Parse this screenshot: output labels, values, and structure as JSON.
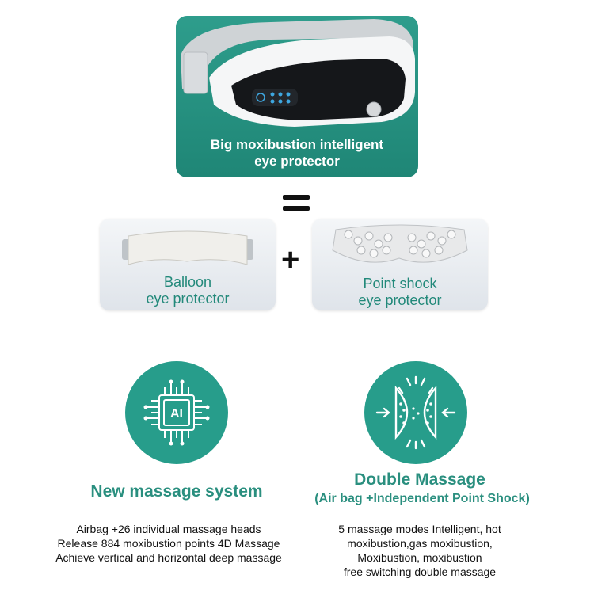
{
  "hero": {
    "title_line1": "Big moxibustion intelligent",
    "title_line2": "eye protector"
  },
  "equals_sign": "=",
  "plus_sign": "+",
  "balloon": {
    "line1": "Balloon",
    "line2": "eye protector"
  },
  "point_shock": {
    "line1": "Point shock",
    "line2": "eye protector"
  },
  "ai_chip": {
    "label": "AI"
  },
  "feature_left": {
    "title": "New massage system",
    "lines": [
      "Airbag +26 individual massage heads",
      "Release 884 moxibustion points 4D Massage",
      "Achieve vertical and horizontal deep massage"
    ]
  },
  "feature_right": {
    "title": "Double Massage",
    "subtitle": "(Air bag +Independent Point Shock)",
    "lines": [
      "5 massage modes Intelligent, hot",
      "moxibustion,gas moxibustion,",
      "Moxibustion, moxibustion",
      "free switching double massage"
    ]
  },
  "colors": {
    "teal": "#279d8b",
    "teal_text": "#2a8f7f",
    "card_bg": "#e6eaee"
  }
}
